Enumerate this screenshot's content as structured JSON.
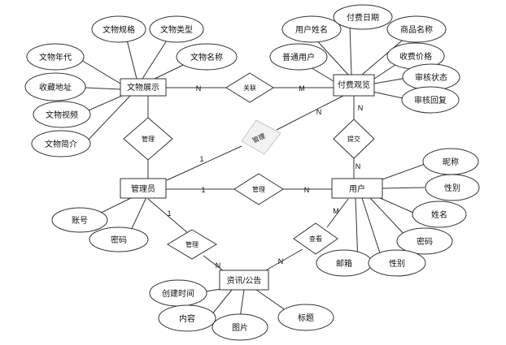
{
  "entities": {
    "wenwu": "文物展示",
    "fukuan": "付费观览",
    "admin": "管理员",
    "user": "用户",
    "news": "资讯/公告"
  },
  "attributes": {
    "wenwu": [
      "文物规格",
      "文物类型",
      "文物年代",
      "文物名称",
      "收藏地址",
      "文物视频",
      "文物简介"
    ],
    "fukuan": [
      "用户姓名",
      "付费日期",
      "商品名称",
      "普通用户",
      "收费价格",
      "审核状态",
      "审核回复"
    ],
    "admin": [
      "账号",
      "密码"
    ],
    "user": [
      "昵称",
      "性别",
      "姓名",
      "密码",
      "邮箱",
      "性别"
    ],
    "news": [
      "创建时间",
      "内容",
      "图片",
      "标题"
    ]
  },
  "relations": {
    "guanlian": "关联",
    "guanli_wenwu": "管理",
    "guanli_fukuan": "管理",
    "guanli_user": "管理",
    "tijiao": "提交",
    "guanli_news": "管理",
    "chakan": "查看"
  },
  "cardinalities": {
    "wenwu_guanlian": "N",
    "guanlian_fukuan": "M",
    "fukuan_tijiao": "N",
    "tijiao_user": "N",
    "admin_guanli_fukuan": "1",
    "guanli_fukuan_fukuan": "N",
    "admin_guanli_user": "1",
    "guanli_user_user": "N",
    "admin_guanli_news": "1",
    "guanli_news_news": "N",
    "news_chakan": "N",
    "chakan_user": "M"
  }
}
